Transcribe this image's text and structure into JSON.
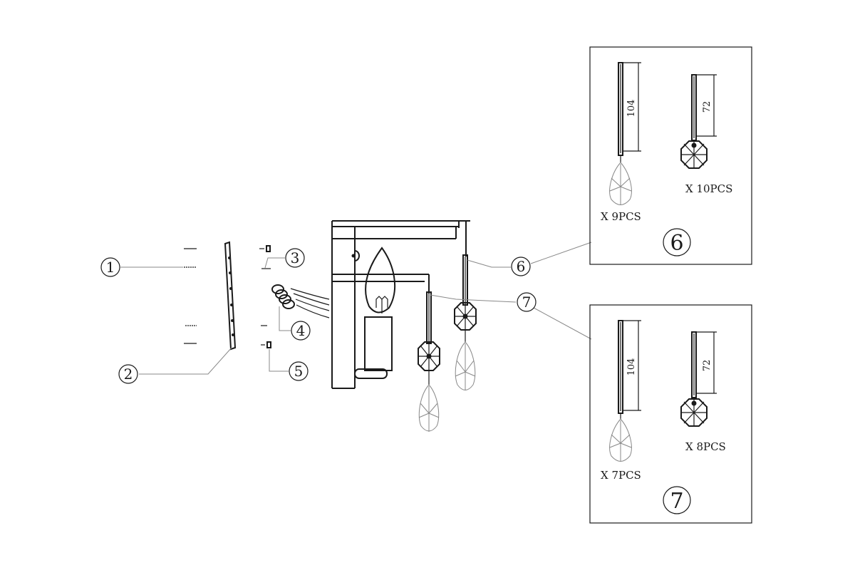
{
  "callouts": {
    "c1": "1",
    "c2": "2",
    "c3": "3",
    "c4": "4",
    "c5": "5",
    "c6": "6",
    "c7": "7"
  },
  "detail_box_6": {
    "number": "6",
    "dim_long": "104",
    "dim_short": "72",
    "qty_teardrop": "X  9PCS",
    "qty_octagon": "X  10PCS"
  },
  "detail_box_7": {
    "number": "7",
    "dim_long": "104",
    "dim_short": "72",
    "qty_teardrop": "X  7PCS",
    "qty_octagon": "X  8PCS"
  }
}
